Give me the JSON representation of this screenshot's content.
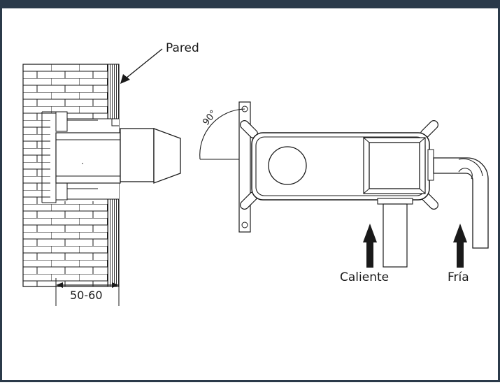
{
  "colors": {
    "frame_border": "#2b3a4a",
    "line": "#1a1a1a",
    "background": "#ffffff"
  },
  "labels": {
    "wall": "Pared",
    "depth": "50-60",
    "angle": "90°",
    "hot": "Caliente",
    "cold": "Fría"
  }
}
